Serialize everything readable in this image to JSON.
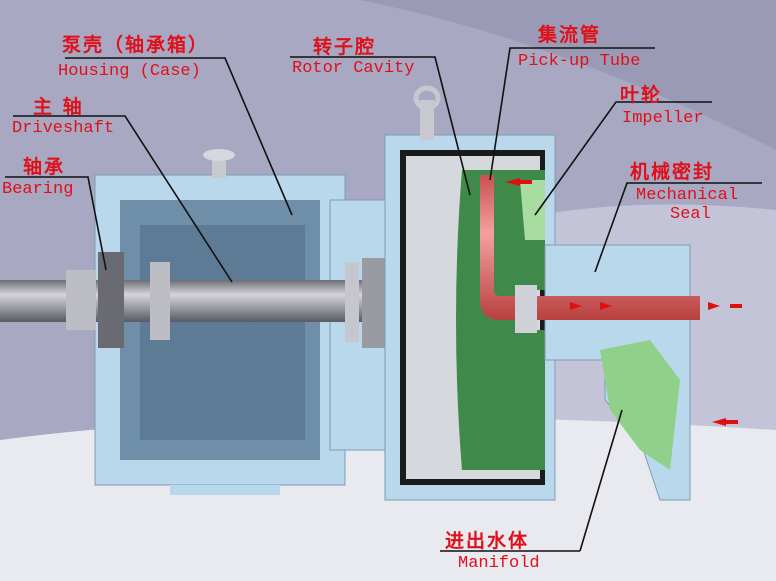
{
  "labels": {
    "housing": {
      "zh": "泵壳（轴承箱）",
      "en": "Housing (Case)"
    },
    "driveshaft": {
      "zh": "主 轴",
      "en": "Driveshaft"
    },
    "bearing": {
      "zh": "轴承",
      "en": "Bearing"
    },
    "rotor_cavity": {
      "zh": "转子腔",
      "en": "Rotor Cavity"
    },
    "pickup_tube": {
      "zh": "集流管",
      "en": "Pick-up Tube"
    },
    "impeller": {
      "zh": "叶轮",
      "en": "Impeller"
    },
    "mechanical_seal": {
      "zh": "机械密封",
      "en_line1": "Mechanical",
      "en_line2": "Seal"
    },
    "manifold": {
      "zh": "进出水体",
      "en": "Manifold"
    }
  },
  "colors": {
    "label": "#e0101a",
    "housing": "#b9d8ec",
    "housing_inner": "#6f8ea8",
    "impeller": "#3f8a4a",
    "pickup_tube": "#e87c7c",
    "shaft": "#8e8e96"
  }
}
